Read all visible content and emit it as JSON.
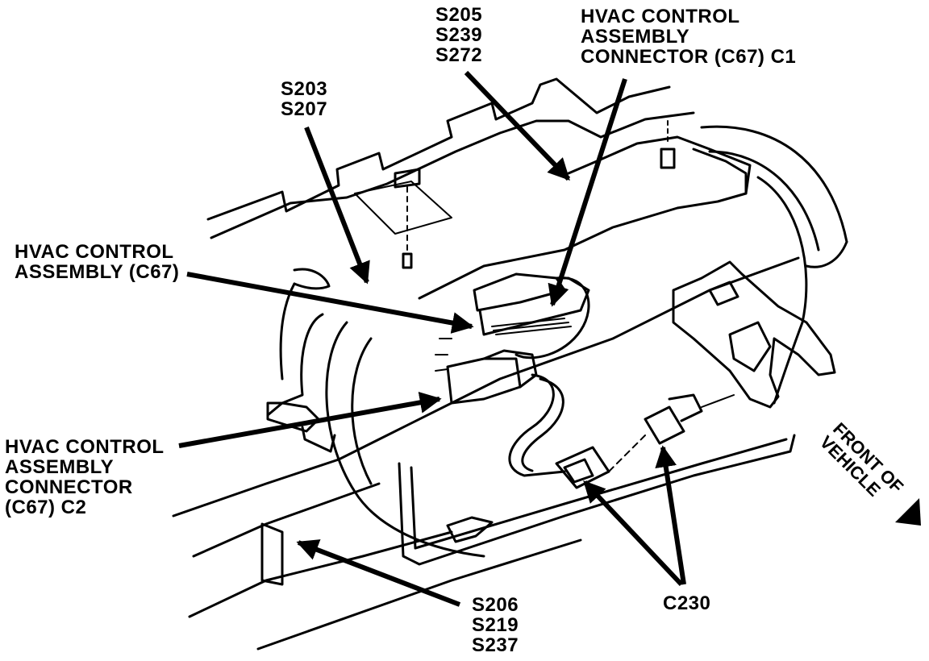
{
  "labels": {
    "s205": [
      "S205",
      "S239",
      "S272"
    ],
    "c67_c1": [
      "HVAC CONTROL",
      "ASSEMBLY",
      "CONNECTOR (C67) C1"
    ],
    "s203": [
      "S203",
      "S207"
    ],
    "c67": [
      "HVAC CONTROL",
      "ASSEMBLY (C67)"
    ],
    "c67_c2": [
      "HVAC CONTROL",
      "ASSEMBLY",
      "CONNECTOR",
      "(C67) C2"
    ],
    "s206": [
      "S206",
      "S219",
      "S237"
    ],
    "c230": "C230",
    "front": [
      "FRONT OF",
      "VEHICLE"
    ]
  },
  "colors": {
    "ink": "#000000",
    "paper": "#ffffff"
  }
}
